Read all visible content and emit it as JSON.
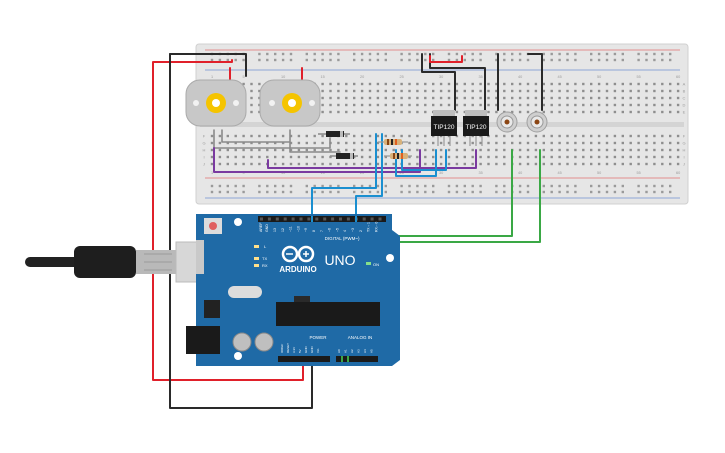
{
  "board": {
    "name": "ARDUINO",
    "model": "UNO",
    "digital_header": "DIGITAL (PWM~)",
    "power_header": "POWER",
    "analog_header": "ANALOG IN",
    "on_label": "ON",
    "tx_label": "TX",
    "rx_label": "RX",
    "l_label": "L",
    "aref": "AREF",
    "gnd": "GND",
    "ioref": "IOREF",
    "reset": "RESET",
    "v33": "3.3V",
    "v5": "5V",
    "vin": "Vin",
    "digital_pins": [
      "13",
      "12",
      "~11",
      "~10",
      "~9",
      "8",
      "7",
      "~6",
      "~5",
      "4",
      "~3",
      "2",
      "TX→1",
      "RX←0"
    ],
    "analog_pins": [
      "A0",
      "A1",
      "A2",
      "A3",
      "A4",
      "A5"
    ]
  },
  "transistors": [
    {
      "label": "TIP120"
    },
    {
      "label": "TIP120"
    }
  ],
  "breadboard": {
    "row_letters": [
      "A",
      "B",
      "C",
      "D",
      "E",
      "F",
      "G",
      "H",
      "I",
      "J"
    ],
    "column_numbers_top": [
      "1",
      "5",
      "10",
      "15",
      "20",
      "25",
      "30",
      "35",
      "40",
      "45",
      "50",
      "55",
      "60"
    ],
    "column_numbers_bottom": [
      "1",
      "5",
      "10",
      "15",
      "20",
      "25",
      "30",
      "35",
      "40",
      "45",
      "50",
      "55",
      "60"
    ]
  },
  "colors": {
    "red_wire": "#e0202a",
    "black_wire": "#2a2a2a",
    "blue_wire": "#1a8fd0",
    "green_wire": "#3aa845",
    "purple_wire": "#7a3aa0",
    "gray_wire": "#8a8a8a",
    "board_blue": "#1f6aa6",
    "breadboard": "#e6e6e6"
  }
}
